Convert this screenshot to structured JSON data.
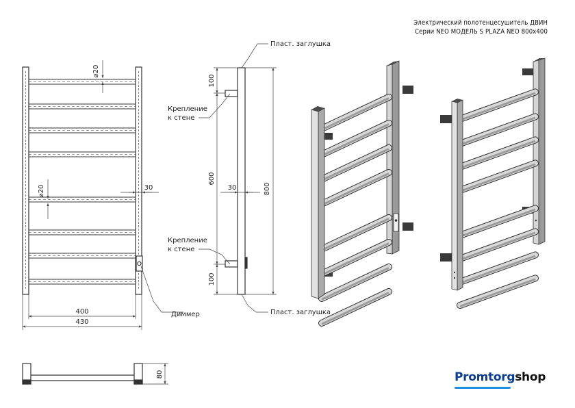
{
  "title": {
    "line1": "Электрический полотенцесушитель ДВИН",
    "line2": "Серии NEO МОДЕЛЬ S PLAZA NEO 800х400"
  },
  "labels": {
    "plug_top": "Пласт. заглушка",
    "plug_bottom": "Пласт. заглушка",
    "mount_top_1": "Крепление",
    "mount_top_2": "к стене",
    "mount_bottom_1": "Крепление",
    "mount_bottom_2": "к стене",
    "dimmer": "Диммер"
  },
  "dimensions": {
    "d20_top": "⌀20",
    "d20_mid": "⌀20",
    "rail_offset": "30",
    "width_inner": "400",
    "width_outer": "430",
    "side_100_top": "100",
    "side_600": "600",
    "side_30": "30",
    "side_800": "800",
    "side_100_bottom": "100",
    "depth_80": "80"
  },
  "logo": {
    "part1": "Promtorg",
    "part2": "shop"
  },
  "colors": {
    "line": "#333333",
    "steel": "#c9c9c9",
    "steel_dark": "#8a8a8a",
    "logo_blue": "#0f3e8c",
    "logo_accent": "#1f8fe0"
  }
}
